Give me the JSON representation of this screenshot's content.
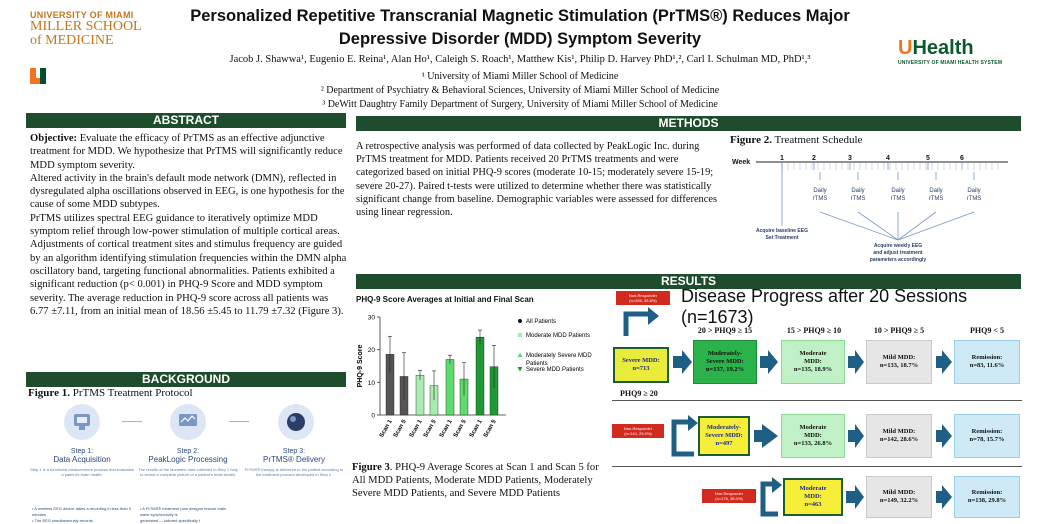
{
  "header": {
    "title_line1": "Personalized Repetitive Transcranial Magnetic Stimulation (PrTMS®) Reduces Major",
    "title_line2": "Depressive Disorder (MDD) Symptom Severity",
    "authors": "Jacob J. Shawwa¹, Eugenio E. Reina¹, Alan Ho¹, Caleigh S. Roach¹, Matthew Kis¹, Philip D. Harvey PhD¹,², Carl I. Schulman MD, PhD¹,³",
    "affiliations": [
      "¹ University of Miami Miller School of Medicine",
      "² Department of Psychiatry & Behavioral Sciences, University of Miami Miller School of Medicine",
      "³ DeWitt Daughtry Family Department of Surgery, University of Miami Miller School of Medicine"
    ],
    "left_logo": {
      "line1": "UNIVERSITY OF MIAMI",
      "line2": "MILLER SCHOOL",
      "line3": "of MEDICINE"
    },
    "right_logo": {
      "name": "UHealth",
      "sub": "UNIVERSITY OF MIAMI HEALTH SYSTEM"
    }
  },
  "colors": {
    "section": "#1d4d2c",
    "um_orange": "#f47321",
    "um_green": "#005030",
    "red": "#d12a1f"
  },
  "abstract": {
    "heading": "ABSTRACT",
    "objective_label": "Objective:",
    "objective_text": " Evaluate the efficacy of PrTMS as an effective adjunctive treatment for MDD. We hypothesize that PrTMS will significantly reduce MDD symptom severity.",
    "p2": "Altered activity in the brain's default mode network (DMN), reflected in dysregulated alpha oscillations observed in EEG, is one hypothesis for the cause of some MDD subtypes.",
    "p3": "PrTMS utilizes spectral EEG guidance to iteratively optimize MDD symptom relief through low-power stimulation of multiple cortical areas. Adjustments of cortical treatment sites and stimulus frequency are guided by an algorithm identifying stimulation frequencies within the DMN alpha oscillatory band, targeting functional abnormalities. Patients exhibited a significant reduction (p< 0.001) in PHQ-9 Score and MDD symptom severity. The average reduction in PHQ-9 score across all patients was 6.77 ±7.11, from an initial mean of 18.56 ±5.45 to 11.79 ±7.32 (Figure 3)."
  },
  "background": {
    "heading": "BACKGROUND",
    "fig_label": "Figure 1.",
    "fig_title": " PrTMS Treatment Protocol",
    "steps": [
      {
        "label": "Step 1:",
        "name": "Data Acquisition",
        "desc": "Step 1 is a functional measurement process that evaluates a patient's brain health."
      },
      {
        "label": "Step 2:",
        "name": "PeakLogic Processing",
        "desc": "The results of the biometric data collected in Step 1 help to reveal a complete picture of a patient's brain health."
      },
      {
        "label": "Step 3:",
        "name": "PrTMS® Delivery",
        "desc": "PrTMS® therapy is delivered to the patient according to the treatment protocol developed in Step 2."
      }
    ],
    "bullets_1": [
      "A wireless EEG device takes a recording in less than 5 minutes",
      "The EEG simultaneously records"
    ],
    "bullets_2": [
      "A PrTMS® treatment plan designs restore brain wave synchronicity is",
      "generated — tailored specifically t"
    ]
  },
  "methods": {
    "heading": "METHODS",
    "text": "A retrospective analysis was performed of data collected by PeakLogic Inc. during PrTMS treatment for MDD. Patients received 20 PrTMS treatments and were categorized based on initial PHQ-9 scores (moderate 10-15; moderately severe 15-19; severe 20-27). Paired t-tests were utilized to determine whether there was statistically significant change from baseline. Demographic variables were assessed for differences using linear regression.",
    "fig_label": "Figure 2.",
    "fig_title": " Treatment Schedule",
    "week_label": "Week",
    "weeks": [
      "1",
      "2",
      "3",
      "4",
      "5",
      "6"
    ],
    "daily": "Daily",
    "rtms": "rTMS",
    "baseline_1": "Acquire baseline EEG",
    "baseline_2": "Set Treatment",
    "weekly_1": "Acquire weekly EEG",
    "weekly_2": "and adjust treatment",
    "weekly_3": "parameters accordingly"
  },
  "results": {
    "heading": "RESULTS",
    "fig3_label": "Figure 3",
    "fig3_text": ". PHQ-9 Average Scores at Scan 1 and Scan 5 for All MDD Patients, Moderate MDD Patients, Moderately Severe MDD Patients, and Severe MDD Patients",
    "progress_title": "Disease Progress after 20 Sessions (n=1673)",
    "col_heads": [
      "20 > PHQ9 ≥ 15",
      "15 > PHQ9 ≥ 10",
      "10 > PHQ9 ≥ 5",
      "PHQ9 < 5"
    ],
    "phq20": "PHQ9 ≥ 20",
    "rows": [
      {
        "nonresp": [
          "Non-Responder",
          "(n=255, 35.8%)"
        ],
        "start": [
          "Severe MDD:",
          "n=713"
        ],
        "boxes": [
          [
            "Moderately-",
            "Severe MDD:",
            "n=137, 19.2%"
          ],
          [
            "Moderate",
            "MDD:",
            "n=135, 18.9%"
          ],
          [
            "Mild MDD:",
            "n=133, 18.7%"
          ],
          [
            "Remission:",
            "n=83, 11.6%"
          ]
        ]
      },
      {
        "nonresp": [
          "Non-Responder",
          "(n=144, 29.0%)"
        ],
        "start": [
          "Moderately-",
          "Severe MDD:",
          "n=497"
        ],
        "boxes": [
          [
            "Moderate",
            "MDD:",
            "n=133, 26.8%"
          ],
          [
            "Mild MDD:",
            "n=142, 28.6%"
          ],
          [
            "Remission:",
            "n=78, 15.7%"
          ]
        ]
      },
      {
        "nonresp": [
          "Non-Responder",
          "(n=176, 38.0%)"
        ],
        "start": [
          "Moderate",
          "MDD:",
          "n=463"
        ],
        "boxes": [
          [
            "Mild MDD:",
            "n=149, 32.2%"
          ],
          [
            "Remission:",
            "n=138, 29.8%"
          ]
        ]
      }
    ]
  },
  "chart_data": {
    "type": "bar",
    "title": "PHQ-9 Score Averages at Initial and Final Scan",
    "ylabel": "PHQ-9 Score",
    "xlabel": "",
    "ylim": [
      0,
      30
    ],
    "yticks": [
      0,
      10,
      20,
      30
    ],
    "categories": [
      "Scan 1",
      "Scan 5",
      "Scan 1",
      "Scan 5",
      "Scan 1",
      "Scan 5",
      "Scan 1",
      "Scan 5"
    ],
    "groups": [
      {
        "name": "All Patients",
        "color": "#555555",
        "values": [
          18.6,
          11.8
        ],
        "errors": [
          5.5,
          7.3
        ]
      },
      {
        "name": "Moderate MDD Patients",
        "color": "#a8ecb0",
        "values": [
          12.2,
          9.0
        ],
        "errors": [
          1.5,
          4.5
        ]
      },
      {
        "name": "Moderately Severe MDD Patients",
        "color": "#5bdc6c",
        "values": [
          17.0,
          11.0
        ],
        "errors": [
          1.3,
          5.0
        ]
      },
      {
        "name": "Severe MDD Patients",
        "color": "#1d9a33",
        "values": [
          23.8,
          14.8
        ],
        "errors": [
          2.2,
          6.5
        ]
      }
    ],
    "legend": "right"
  }
}
